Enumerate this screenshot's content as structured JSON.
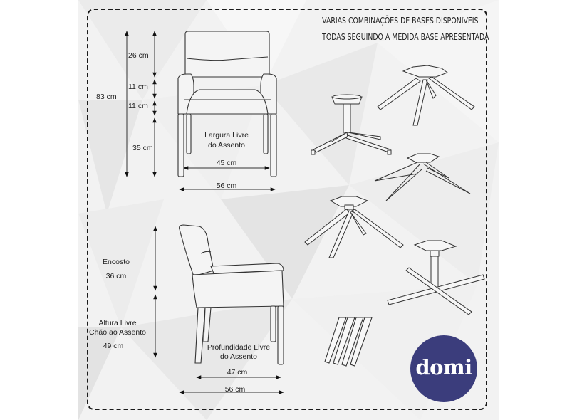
{
  "headline": {
    "line1": "VARIAS COMBINAÇÕES DE BASES DISPONIVEIS",
    "line2": "TODAS SEGUINDO A MEDIDA BASE APRESENTADA"
  },
  "front_view": {
    "total_height": "83 cm",
    "back_height": "26 cm",
    "upper_arm": "11 cm",
    "lower_arm": "11 cm",
    "seat_height": "35 cm",
    "seat_width_label_line1": "Largura Livre",
    "seat_width_label_line2": "do Assento",
    "seat_width": "45 cm",
    "total_width": "56 cm"
  },
  "side_view": {
    "backrest_label": "Encosto",
    "backrest_height": "36 cm",
    "floor_label_line1": "Altura Livre",
    "floor_label_line2": "Chão ao Assento",
    "floor_height": "49 cm",
    "depth_label_line1": "Profundidade Livre",
    "depth_label_line2": "do Assento",
    "seat_depth": "47 cm",
    "total_depth": "56 cm"
  },
  "bases": [
    {
      "name": "swivel-5-star-base"
    },
    {
      "name": "4-leg-angled-base"
    },
    {
      "name": "wire-spider-base"
    },
    {
      "name": "crossed-leg-base"
    },
    {
      "name": "x-cross-tube-base"
    },
    {
      "name": "wooden-tapered-legs"
    }
  ],
  "brand": {
    "logo_text": "domi",
    "logo_color": "#3b3d7c"
  }
}
